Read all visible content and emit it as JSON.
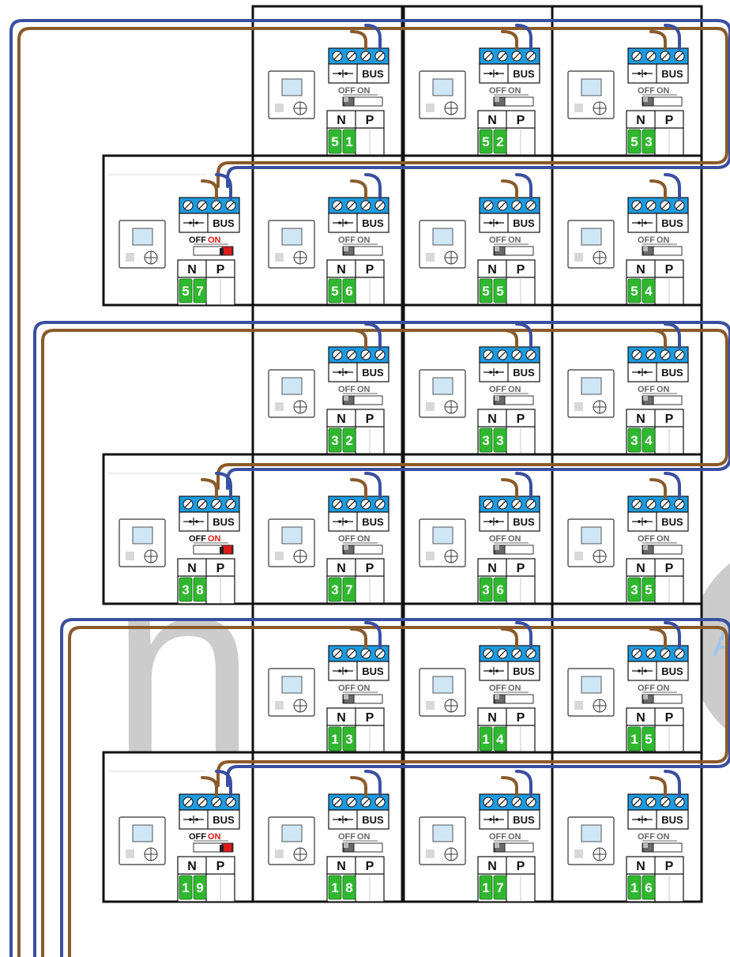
{
  "labels": {
    "bus": "BUS",
    "off": "OFF",
    "on": "ON",
    "n": "N",
    "p": "P"
  },
  "watermark": {
    "glyph": "n",
    "letter_a": "A"
  },
  "colors": {
    "wire_blue": "#3a4fa0",
    "wire_brown": "#8a5a2b",
    "terminal_blue": "#1e9be0",
    "address_green": "#2fb82f",
    "switch_on_red": "#e01a1a",
    "screen_blue": "#cfe6f7",
    "watermark_gray": "#cccccc",
    "watermark_blue": "#9ec6ec"
  },
  "icons": {
    "terminal": "screw-terminal-icon",
    "button": "push-button-icon",
    "switch": "dip-switch-icon",
    "thermostat": "room-thermostat-icon"
  },
  "panels": [
    {
      "row": 0,
      "col": 1,
      "tens": "5",
      "units": "1",
      "switch": "off"
    },
    {
      "row": 0,
      "col": 2,
      "tens": "5",
      "units": "2",
      "switch": "off"
    },
    {
      "row": 0,
      "col": 3,
      "tens": "5",
      "units": "3",
      "switch": "off"
    },
    {
      "row": 1,
      "col": 0,
      "tens": "5",
      "units": "7",
      "switch": "on"
    },
    {
      "row": 1,
      "col": 1,
      "tens": "5",
      "units": "6",
      "switch": "off"
    },
    {
      "row": 1,
      "col": 2,
      "tens": "5",
      "units": "5",
      "switch": "off"
    },
    {
      "row": 1,
      "col": 3,
      "tens": "5",
      "units": "4",
      "switch": "off"
    },
    {
      "row": 2,
      "col": 1,
      "tens": "3",
      "units": "2",
      "switch": "off"
    },
    {
      "row": 2,
      "col": 2,
      "tens": "3",
      "units": "3",
      "switch": "off"
    },
    {
      "row": 2,
      "col": 3,
      "tens": "3",
      "units": "4",
      "switch": "off"
    },
    {
      "row": 3,
      "col": 0,
      "tens": "3",
      "units": "8",
      "switch": "on"
    },
    {
      "row": 3,
      "col": 1,
      "tens": "3",
      "units": "7",
      "switch": "off"
    },
    {
      "row": 3,
      "col": 2,
      "tens": "3",
      "units": "6",
      "switch": "off"
    },
    {
      "row": 3,
      "col": 3,
      "tens": "3",
      "units": "5",
      "switch": "off"
    },
    {
      "row": 4,
      "col": 1,
      "tens": "1",
      "units": "3",
      "switch": "off"
    },
    {
      "row": 4,
      "col": 2,
      "tens": "1",
      "units": "4",
      "switch": "off"
    },
    {
      "row": 4,
      "col": 3,
      "tens": "1",
      "units": "5",
      "switch": "off"
    },
    {
      "row": 5,
      "col": 0,
      "tens": "1",
      "units": "9",
      "switch": "on"
    },
    {
      "row": 5,
      "col": 1,
      "tens": "1",
      "units": "8",
      "switch": "off"
    },
    {
      "row": 5,
      "col": 2,
      "tens": "1",
      "units": "7",
      "switch": "off"
    },
    {
      "row": 5,
      "col": 3,
      "tens": "1",
      "units": "6",
      "switch": "off"
    }
  ]
}
